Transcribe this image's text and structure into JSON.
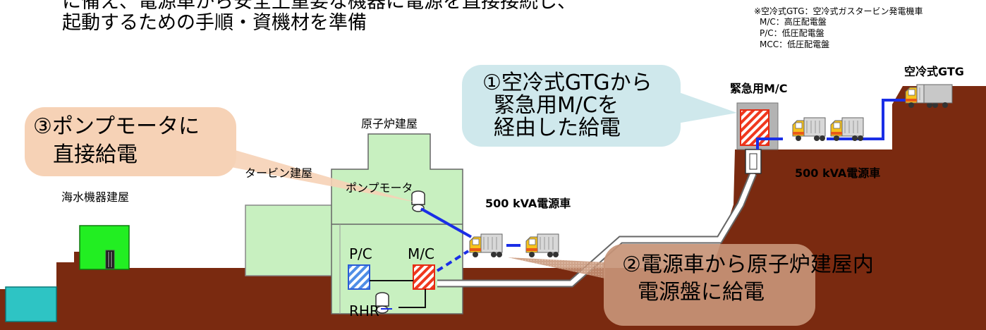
{
  "heading": {
    "line1": "に備え、電源車から安全上重要な機器に電源を直接接続し、",
    "line2": "起動するための手順・資機材を準備"
  },
  "notes": {
    "line1": "※空冷式GTG：空冷式ガスタービン発電機車",
    "line2": "M/C：高圧配電盤",
    "line3": "P/C：低圧配電盤",
    "line4": "MCC：低圧配電盤"
  },
  "callouts": {
    "c1": [
      "①空冷式GTGから",
      "緊急用M/Cを",
      "経由した給電"
    ],
    "c2": [
      "②電源車から原子炉建屋内",
      "電源盤に給電"
    ],
    "c3": [
      "③ポンプモータに",
      "直接給電"
    ]
  },
  "labels": {
    "reactor_building": "原子炉建屋",
    "turbine_building": "タービン建屋",
    "seawater_building": "海水機器建屋",
    "pump_motor": "ポンプモータ",
    "pc": "P/C",
    "mc": "M/C",
    "rhr": "RHR",
    "power_truck_low": "500 kVA電源車",
    "power_truck_high": "500 kVA電源車",
    "emergency_mc": "緊急用M/C",
    "gtg": "空冷式GTG"
  },
  "colors": {
    "ground": "#7a2a10",
    "building": "#c8f0c0",
    "seawater_building": "#22ee22",
    "cable": "#1a2ee6",
    "callout_blue": "#cfe8ec",
    "callout_orange": "#f6d2b6",
    "callout_brown": "#c79477"
  }
}
